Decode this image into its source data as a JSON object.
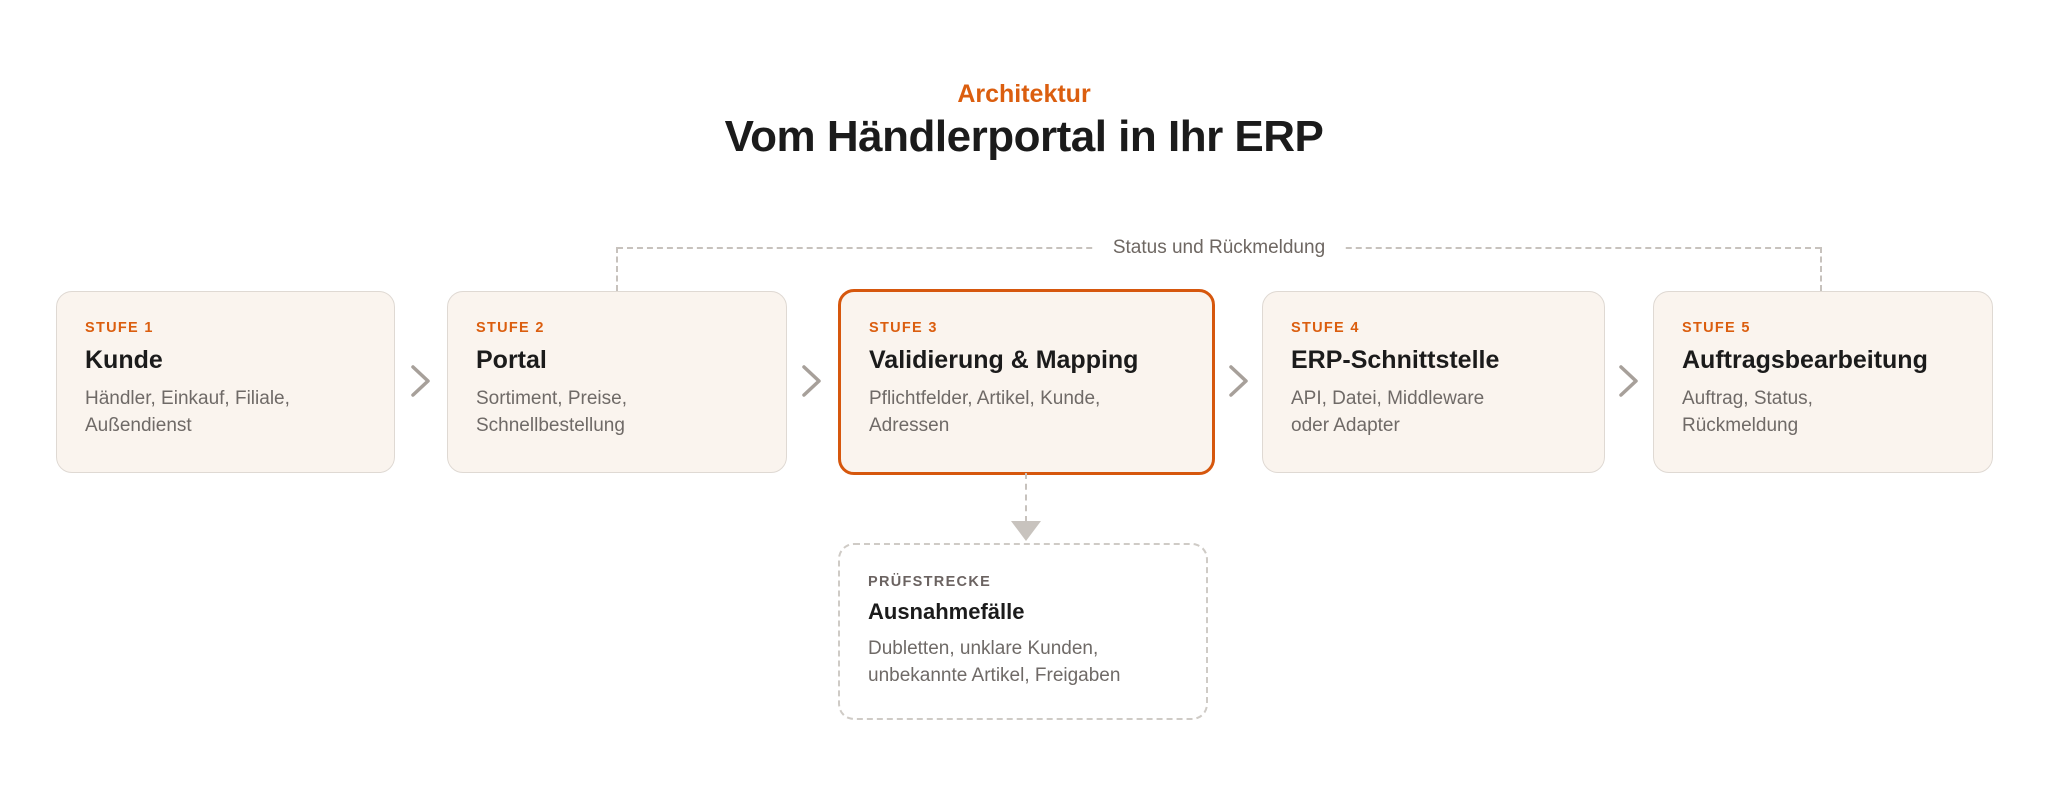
{
  "header": {
    "kicker": "Architektur",
    "title": "Vom Händlerportal in Ihr ERP"
  },
  "feedback_loop": {
    "label": "Status und Rückmeldung"
  },
  "stages": [
    {
      "kicker": "STUFE 1",
      "title": "Kunde",
      "description": "Händler, Einkauf, Filiale,\nAußendienst",
      "highlighted": false
    },
    {
      "kicker": "STUFE 2",
      "title": "Portal",
      "description": "Sortiment, Preise,\nSchnellbestellung",
      "highlighted": false
    },
    {
      "kicker": "STUFE 3",
      "title": "Validierung & Mapping",
      "description": "Pflichtfelder, Artikel, Kunde,\nAdressen",
      "highlighted": true
    },
    {
      "kicker": "STUFE 4",
      "title": "ERP-Schnittstelle",
      "description": "API, Datei, Middleware\noder Adapter",
      "highlighted": false
    },
    {
      "kicker": "STUFE 5",
      "title": "Auftragsbearbeitung",
      "description": "Auftrag, Status,\nRückmeldung",
      "highlighted": false
    }
  ],
  "exception_box": {
    "kicker": "PRÜFSTRECKE",
    "title": "Ausnahmefälle",
    "description": "Dubletten, unklare Kunden,\nunbekannte Artikel, Freigaben"
  },
  "colors": {
    "accent_orange": "#DB5E0F",
    "active_border": "#D6570D",
    "card_background": "#FAF4EE",
    "card_border": "#DFD9D3",
    "text_dark": "#1B1B1B",
    "text_gray": "#6F6A67",
    "dashed_line_gray": "#C7C2BD",
    "chevron_gray": "#A7A09A"
  }
}
